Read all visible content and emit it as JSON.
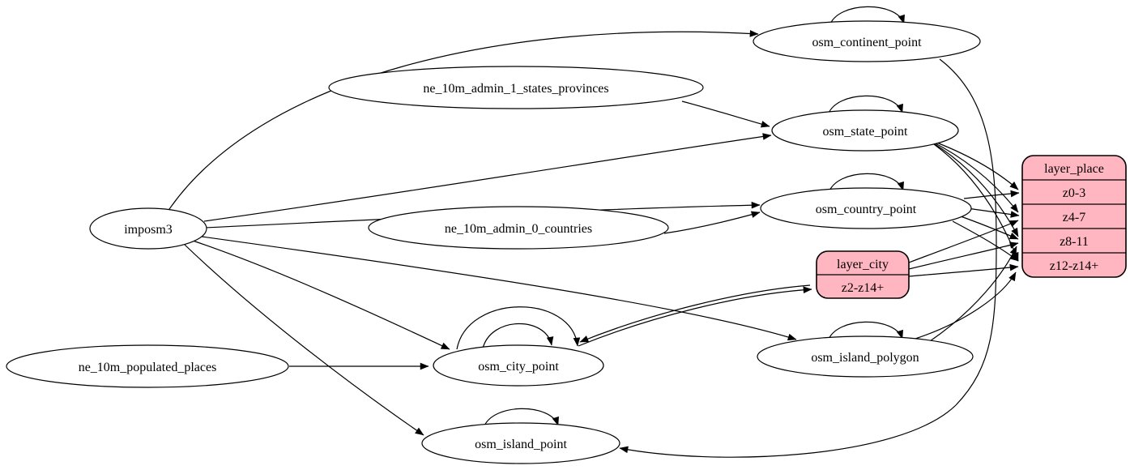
{
  "diagram": {
    "type": "etl-graph",
    "colors": {
      "background": "#ffffff",
      "node_fill": "#ffffff",
      "record_fill": "#ffb6c1",
      "stroke": "#000000"
    },
    "nodes": {
      "imposm3": {
        "label": "imposm3"
      },
      "ne_10m_admin_1_states_provinces": {
        "label": "ne_10m_admin_1_states_provinces"
      },
      "ne_10m_admin_0_countries": {
        "label": "ne_10m_admin_0_countries"
      },
      "ne_10m_populated_places": {
        "label": "ne_10m_populated_places"
      },
      "osm_continent_point": {
        "label": "osm_continent_point"
      },
      "osm_state_point": {
        "label": "osm_state_point"
      },
      "osm_country_point": {
        "label": "osm_country_point"
      },
      "osm_city_point": {
        "label": "osm_city_point"
      },
      "osm_island_polygon": {
        "label": "osm_island_polygon"
      },
      "osm_island_point": {
        "label": "osm_island_point"
      }
    },
    "records": {
      "layer_place": {
        "title": "layer_place",
        "rows": [
          "z0-3",
          "z4-7",
          "z8-11",
          "z12-z14+"
        ]
      },
      "layer_city": {
        "title": "layer_city",
        "rows": [
          "z2-z14+"
        ]
      }
    },
    "edges": [
      {
        "from": "imposm3",
        "to": "osm_continent_point"
      },
      {
        "from": "imposm3",
        "to": "osm_state_point"
      },
      {
        "from": "imposm3",
        "to": "osm_country_point"
      },
      {
        "from": "imposm3",
        "to": "osm_city_point"
      },
      {
        "from": "imposm3",
        "to": "osm_island_polygon"
      },
      {
        "from": "imposm3",
        "to": "osm_island_point"
      },
      {
        "from": "ne_10m_admin_1_states_provinces",
        "to": "osm_state_point"
      },
      {
        "from": "ne_10m_admin_0_countries",
        "to": "osm_country_point"
      },
      {
        "from": "ne_10m_populated_places",
        "to": "osm_city_point"
      },
      {
        "from": "osm_continent_point",
        "to": "osm_continent_point"
      },
      {
        "from": "osm_state_point",
        "to": "osm_state_point"
      },
      {
        "from": "osm_country_point",
        "to": "osm_country_point"
      },
      {
        "from": "osm_city_point",
        "to": "osm_city_point"
      },
      {
        "from": "osm_city_point",
        "to": "osm_city_point"
      },
      {
        "from": "osm_island_polygon",
        "to": "osm_island_polygon"
      },
      {
        "from": "osm_island_point",
        "to": "osm_island_point"
      },
      {
        "from": "osm_continent_point",
        "to": "osm_island_point"
      },
      {
        "from": "osm_city_point",
        "to": "layer_city.z2-z14+"
      },
      {
        "from": "layer_city.z2-z14+",
        "to": "osm_city_point"
      },
      {
        "from": "osm_state_point",
        "to": "layer_place.z0-3"
      },
      {
        "from": "osm_state_point",
        "to": "layer_place.z4-7"
      },
      {
        "from": "osm_state_point",
        "to": "layer_place.z8-11"
      },
      {
        "from": "osm_state_point",
        "to": "layer_place.z12-z14+"
      },
      {
        "from": "osm_country_point",
        "to": "layer_place.z0-3"
      },
      {
        "from": "osm_country_point",
        "to": "layer_place.z4-7"
      },
      {
        "from": "osm_country_point",
        "to": "layer_place.z8-11"
      },
      {
        "from": "osm_country_point",
        "to": "layer_place.z12-z14+"
      },
      {
        "from": "layer_city.z2-z14+",
        "to": "layer_place.z4-7"
      },
      {
        "from": "layer_city.z2-z14+",
        "to": "layer_place.z8-11"
      },
      {
        "from": "layer_city.z2-z14+",
        "to": "layer_place.z12-z14+"
      },
      {
        "from": "osm_island_polygon",
        "to": "layer_place.z8-11"
      },
      {
        "from": "osm_island_polygon",
        "to": "layer_place.z12-z14+"
      }
    ]
  }
}
